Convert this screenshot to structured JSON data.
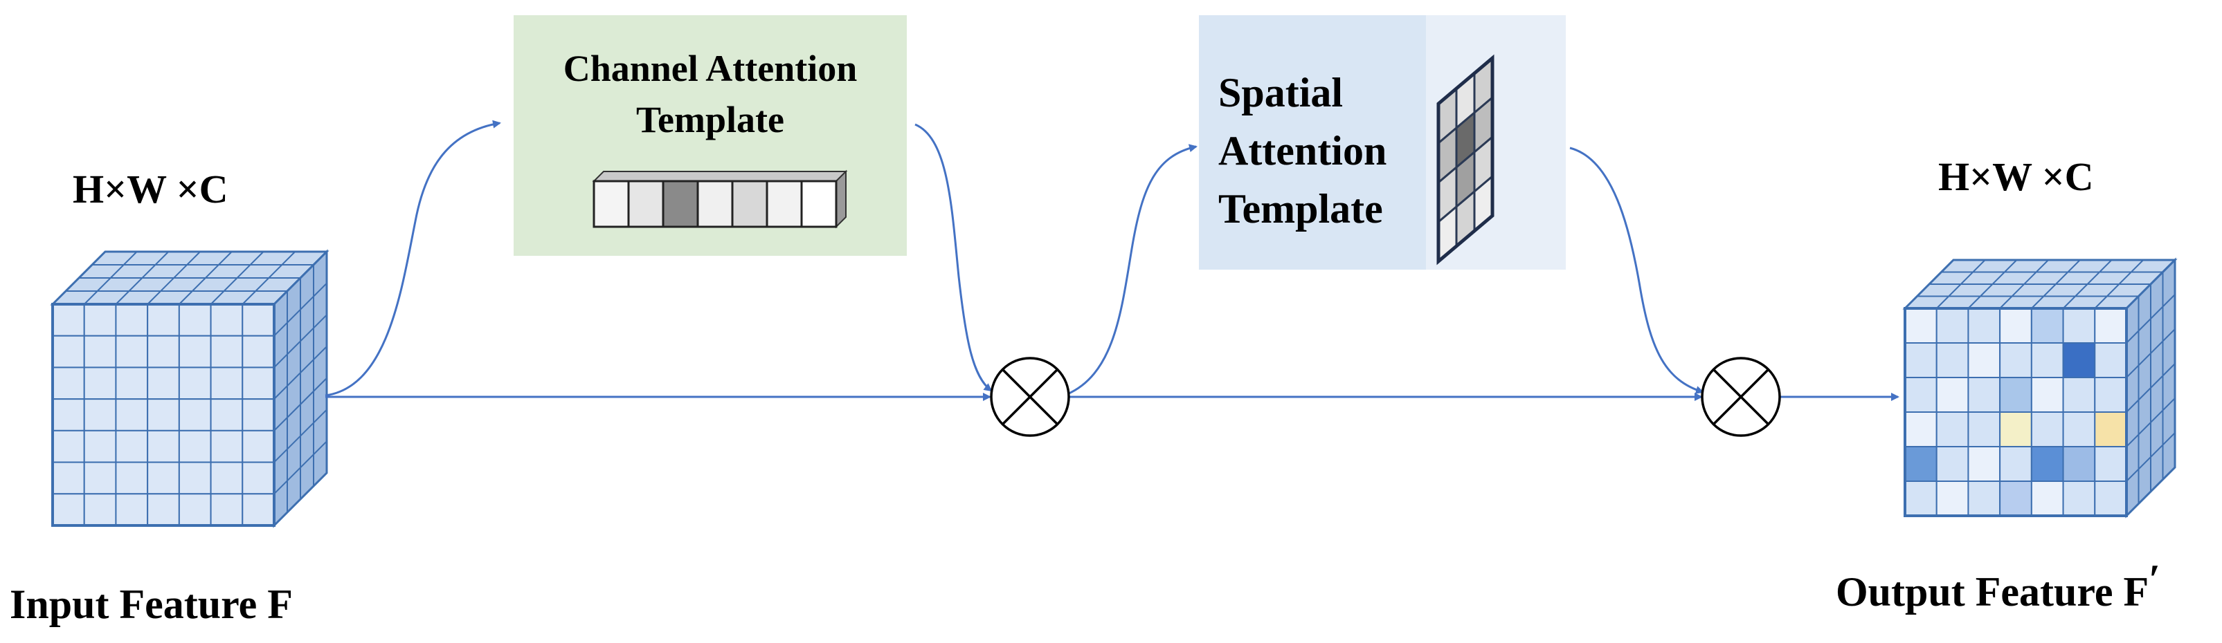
{
  "input": {
    "dims": "H×W ×C",
    "caption": "Input Feature F"
  },
  "output": {
    "dims": "H×W ×C",
    "caption": "Output Feature F",
    "prime": "′"
  },
  "channel_attention": {
    "line1": "Channel Attention",
    "line2": "Template"
  },
  "spatial_attention": {
    "line1": "Spatial",
    "line2": "Attention",
    "line3": "Template"
  },
  "operator_symbol": "multiply-icon",
  "colors": {
    "channel_box_bg": "#dcebd5",
    "spatial_box_bg": "#d9e6f4",
    "arrow": "#4472c4",
    "cube_light": "#dbe7f7",
    "cube_line": "#3d6fb0"
  }
}
